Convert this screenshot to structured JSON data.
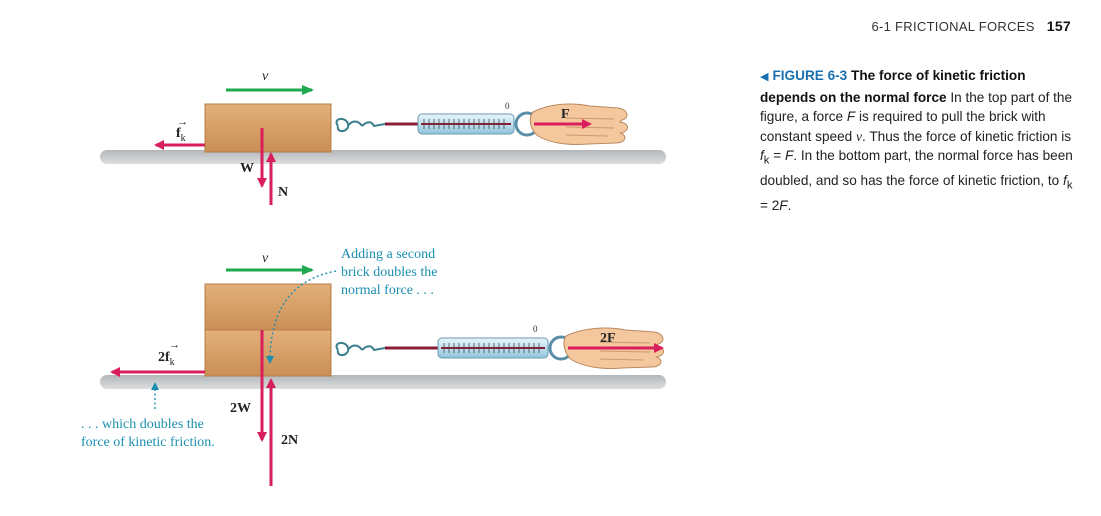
{
  "header": {
    "section": "6-1 FRICTIONAL FORCES",
    "page": "157"
  },
  "caption": {
    "label": "FIGURE 6-3",
    "title": "The force of kinetic friction depends on the normal force",
    "body_1": "In the top part of the figure, a force ",
    "F": "F",
    "body_2": " is required to pull the brick with constant speed ",
    "v": "v",
    "body_3": ". Thus the force of kinetic friction is ",
    "fk_eq": "f",
    "k_sub": "k",
    "body_4": " = ",
    "body_5": ". In the bottom part, the normal force has been doubled, and so has the force of kinetic friction, to ",
    "body_6": " = 2",
    "body_7": "."
  },
  "figure_top": {
    "v_label": "v",
    "friction_label": "f",
    "friction_sub": "k",
    "weight_label": "W",
    "normal_label": "N",
    "pull_label": "F",
    "scale_zero": "0"
  },
  "figure_bottom": {
    "v_label": "v",
    "friction_label": "2f",
    "friction_sub": "k",
    "weight_label": "2W",
    "normal_label": "2N",
    "pull_label": "2F",
    "scale_zero": "0",
    "note_top_1": "Adding a second",
    "note_top_2": "brick doubles the",
    "note_top_3": "normal force . . .",
    "note_bottom_1": ". . . which doubles the",
    "note_bottom_2": "force of kinetic friction."
  },
  "colors": {
    "force_arrow": "#d81e5b",
    "velocity_arrow": "#1fa84f",
    "note_text": "#1a8fb0",
    "brick": "#d9a36a",
    "surface": "#c9ccce"
  }
}
